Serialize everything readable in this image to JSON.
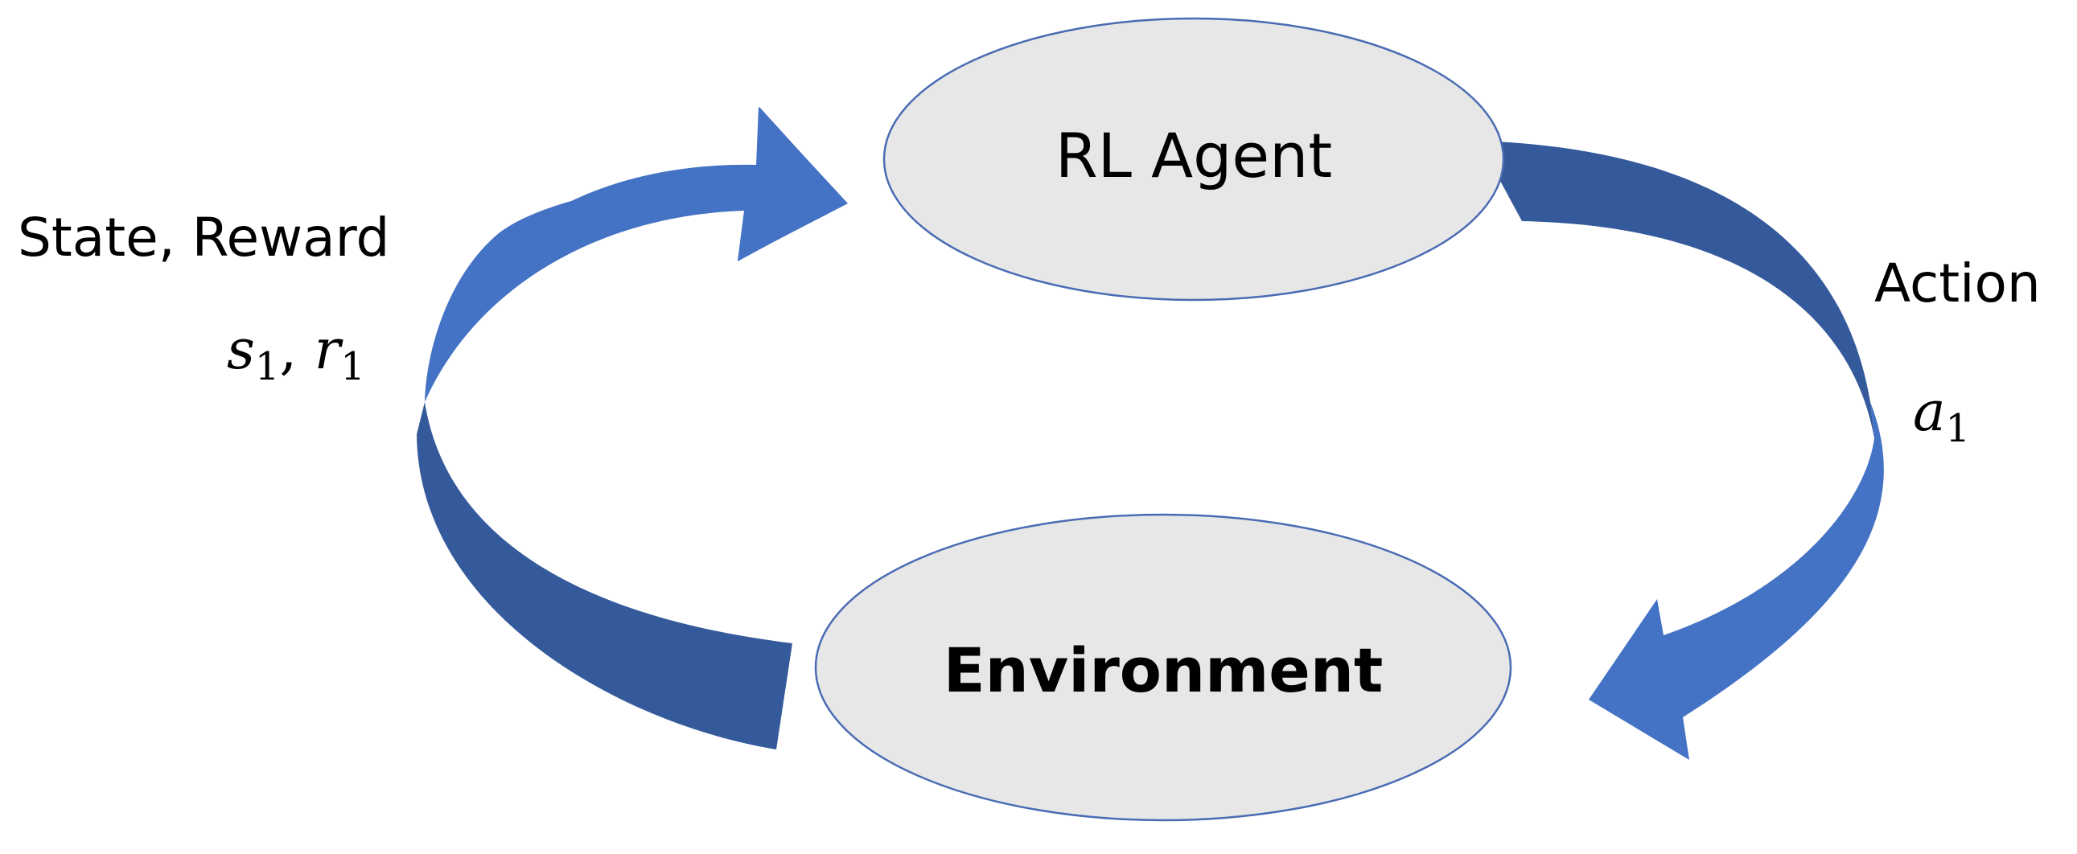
{
  "nodes": {
    "agent": {
      "label": "RL Agent"
    },
    "environment": {
      "label": "Environment"
    }
  },
  "edges": {
    "action": {
      "label": "Action",
      "symbol": "a",
      "subscript": "1"
    },
    "feedback": {
      "label": "State, Reward",
      "symbol_state": "s",
      "subscript_state": "1",
      "separator": ", ",
      "symbol_reward": "r",
      "subscript_reward": "1"
    }
  },
  "colors": {
    "ellipse_fill": "#e7e7e7",
    "ellipse_stroke": "#4a6cb3",
    "arrow_light": "#4472c4",
    "arrow_dark": "#345a9b"
  }
}
